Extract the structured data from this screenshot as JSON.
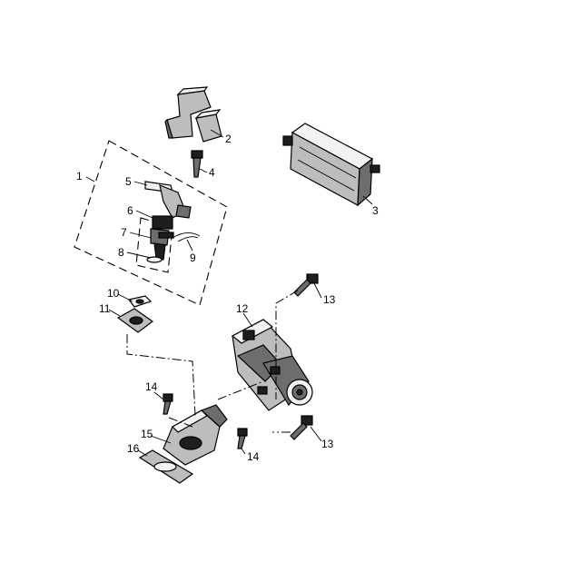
{
  "callouts": {
    "c1": "1",
    "c2": "2",
    "c3": "3",
    "c4": "4",
    "c5": "5",
    "c6": "6",
    "c7": "7",
    "c8": "8",
    "c9": "9",
    "c10": "10",
    "c11": "11",
    "c12": "12",
    "c13a": "13",
    "c13b": "13",
    "c14a": "14",
    "c14b": "14",
    "c15": "15",
    "c16": "16"
  },
  "icons": {
    "cover": "injector-cover-icon",
    "canister": "charcoal-canister-icon",
    "throttle": "throttle-body-icon",
    "manifold": "intake-manifold-icon"
  }
}
